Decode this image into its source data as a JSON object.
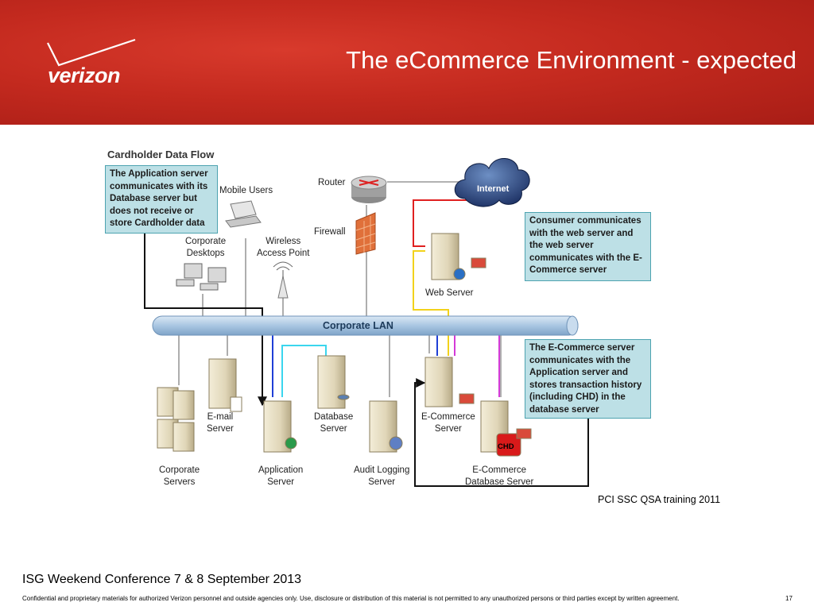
{
  "slide": {
    "title": "The eCommerce Environment - expected",
    "logo_text": "verizon",
    "conference": "ISG Weekend Conference 7 & 8 September 2013",
    "confidential": "Confidential and proprietary materials for authorized Verizon personnel and outside agencies only. Use, disclosure or distribution of this material is not permitted to any unauthorized persons or third parties except by written agreement.",
    "page_number": "17"
  },
  "diagram": {
    "heading": "Cardholder Data Flow",
    "credit": "PCI SSC QSA training 2011",
    "lan_label": "Corporate LAN",
    "internet_label": "Internet",
    "chd_label": "CHD",
    "callouts": {
      "app_server": "The Application server communicates with its Database server but does not receive or store Cardholder data",
      "consumer": "Consumer communicates with the web server and the web server communicates with the E-Commerce server",
      "ecommerce": "The E-Commerce server communicates with the Application server and stores transaction history (including CHD) in the database server"
    },
    "nodes": {
      "mobile_users": "Mobile Users",
      "router": "Router",
      "firewall": "Firewall",
      "corporate_desktops": "Corporate\nDesktops",
      "wireless_ap": "Wireless\nAccess Point",
      "web_server": "Web Server",
      "email_server": "E-mail\nServer",
      "database_server": "Database\nServer",
      "ecommerce_server": "E-Commerce\nServer",
      "corporate_servers": "Corporate\nServers",
      "application_server": "Application\nServer",
      "audit_logging_server": "Audit Logging\nServer",
      "ecommerce_db_server": "E-Commerce\nDatabase Server"
    },
    "colors": {
      "header_red": "#c42a1f",
      "callout_fill": "#bde0e6",
      "callout_border": "#4da3b0",
      "lan_blue": "#a9c6e2",
      "flow_red": "#e02020",
      "flow_yellow": "#f2d21b",
      "flow_blue": "#1f3fd6",
      "flow_cyan": "#3ad6ee",
      "flow_magenta": "#d43ad8",
      "flow_black": "#111111"
    }
  }
}
